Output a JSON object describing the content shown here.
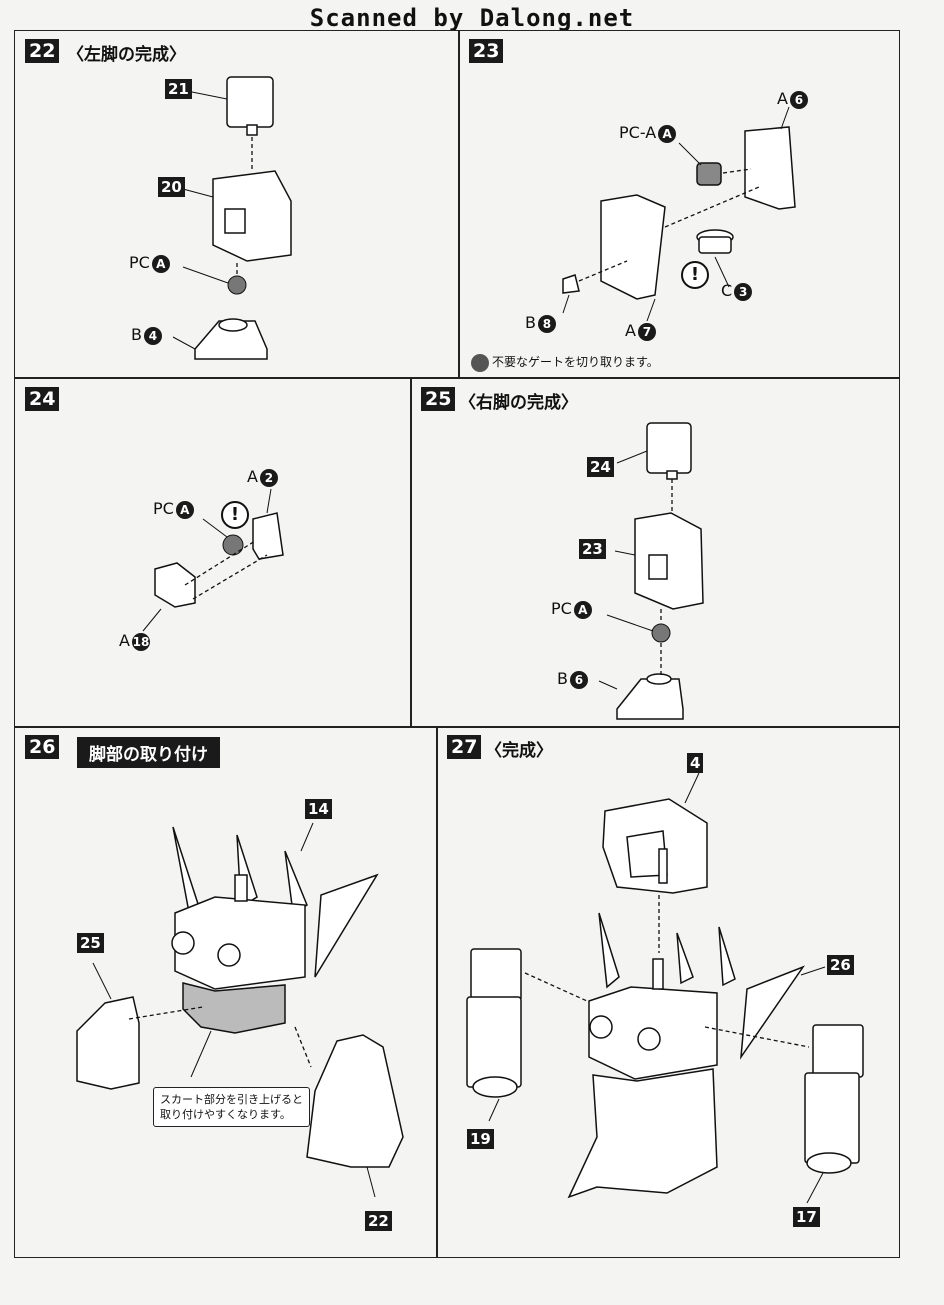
{
  "header": {
    "text": "Scanned by Dalong.net"
  },
  "steps": {
    "s22": {
      "number": "22",
      "title": "〈左脚の完成〉",
      "parts": {
        "p21": "21",
        "p20": "20"
      },
      "labels": {
        "pc": "PC",
        "pc_circ": "A",
        "b": "B",
        "b_circ": "4"
      }
    },
    "s23": {
      "number": "23",
      "labels": {
        "pca": "PC-A",
        "pca_circ": "A",
        "a6": "A",
        "a6_circ": "6",
        "c3": "C",
        "c3_circ": "3",
        "b8": "B",
        "b8_circ": "8",
        "a7": "A",
        "a7_circ": "7"
      },
      "note": "不要なゲートを切り取ります。",
      "warn": "!"
    },
    "s24": {
      "number": "24",
      "labels": {
        "pc": "PC",
        "pc_circ": "A",
        "a2": "A",
        "a2_circ": "2",
        "a18": "A",
        "a18_circ": "18"
      },
      "warn": "!"
    },
    "s25": {
      "number": "25",
      "title": "〈右脚の完成〉",
      "parts": {
        "p24": "24",
        "p23": "23"
      },
      "labels": {
        "pc": "PC",
        "pc_circ": "A",
        "b": "B",
        "b_circ": "6"
      }
    },
    "s26": {
      "number": "26",
      "title": "脚部の取り付け",
      "parts": {
        "p14": "14",
        "p25": "25",
        "p22": "22"
      },
      "callout": [
        "スカート部分を引き上げると",
        "取り付けやすくなります。"
      ]
    },
    "s27": {
      "number": "27",
      "title": "〈完成〉",
      "parts": {
        "p4": "4",
        "p26": "26",
        "p19": "19",
        "p17": "17"
      }
    }
  }
}
